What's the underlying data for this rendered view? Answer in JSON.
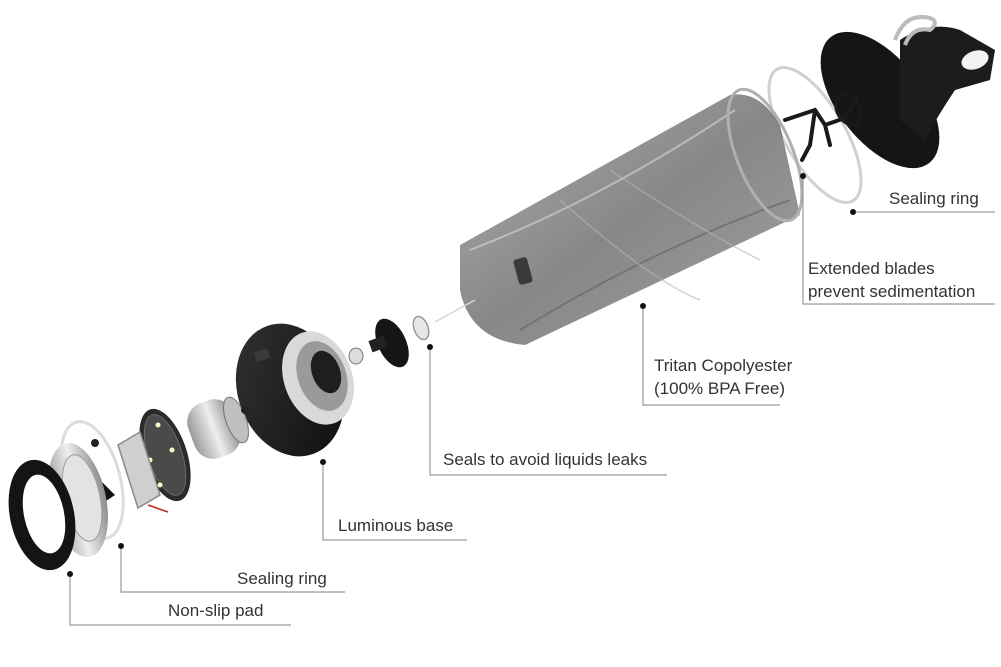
{
  "colors": {
    "leader_line": "#9a9a9a",
    "dot": "#111111",
    "label_text": "#333333",
    "cup_body": "#8c8c8c",
    "dark_part": "#1a1a1a",
    "metal": "#c8c8c8"
  },
  "labels": {
    "sealing_ring_top": "Sealing ring",
    "blades_line1": "Extended blades",
    "blades_line2": "prevent sedimentation",
    "tritan_line1": "Tritan Copolyester",
    "tritan_line2": "(100% BPA Free)",
    "seals": "Seals to avoid liquids leaks",
    "luminous": "Luminous base",
    "sealing_ring_bottom": "Sealing ring",
    "non_slip": "Non-slip pad"
  },
  "icons": {
    "cup": "tumbler-icon",
    "lid": "lid-with-handle-icon",
    "base": "motor-base-icon",
    "motor": "motor-icon",
    "pad": "non-slip-pad-icon"
  }
}
